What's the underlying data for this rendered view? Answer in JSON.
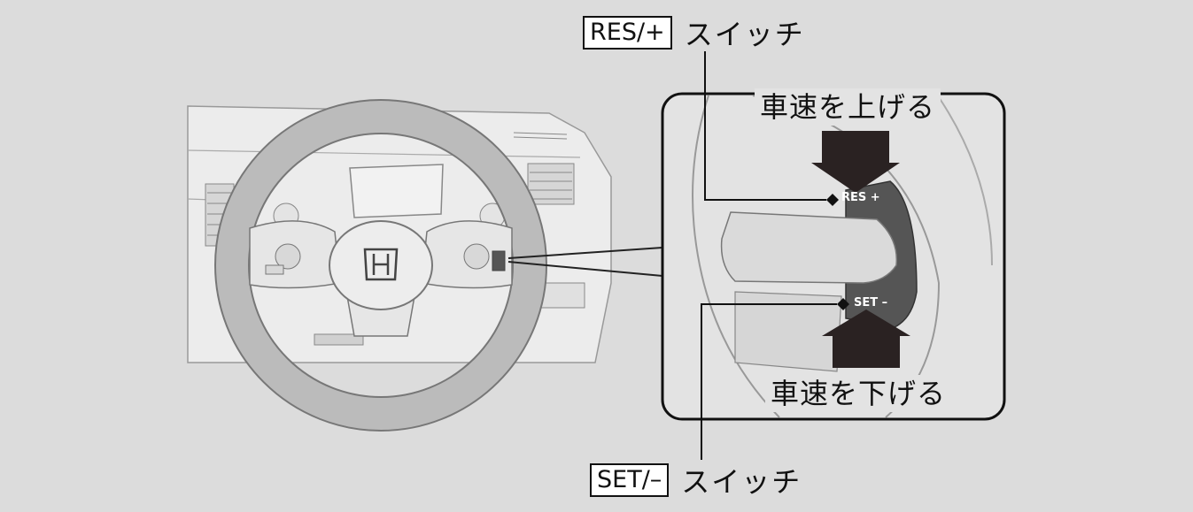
{
  "res_callout": {
    "key": "RES/+",
    "word": "スイッチ"
  },
  "set_callout": {
    "key": "SET/–",
    "word": "スイッチ"
  },
  "speed_up": "車速を上げる",
  "speed_down": "車速を下げる",
  "switch_res_label": "RES +",
  "switch_set_label": "SET –",
  "colors": {
    "background": "#dcdcdc",
    "arrow": "#2a2222",
    "panel": "#555555"
  }
}
